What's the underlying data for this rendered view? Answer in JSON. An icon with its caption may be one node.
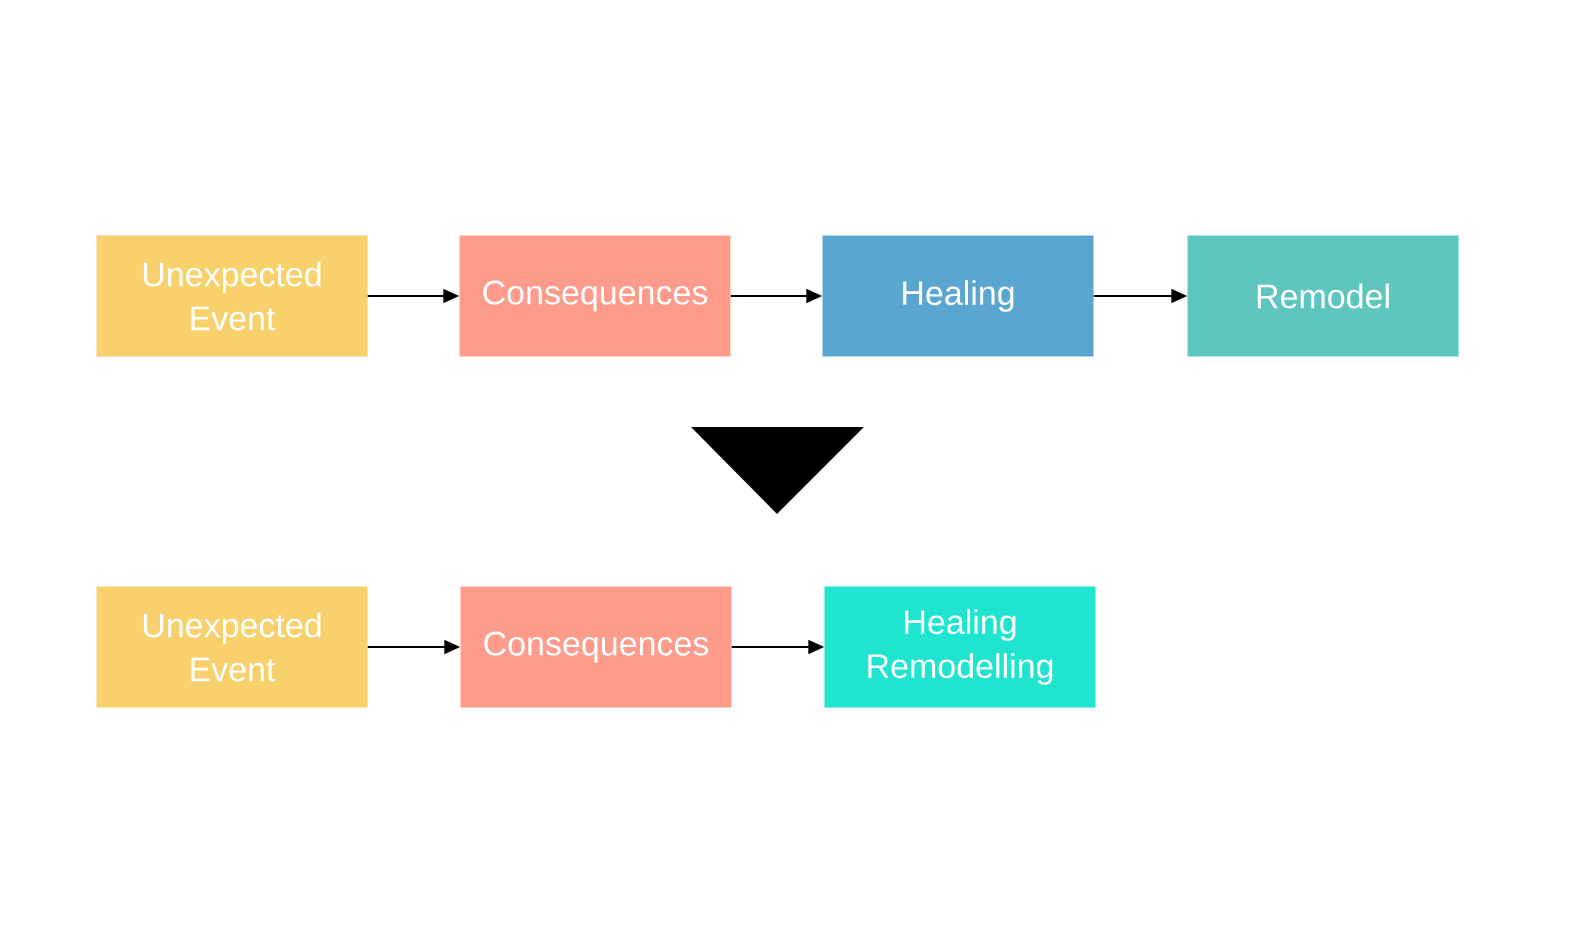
{
  "diagram": {
    "nodes": [
      {
        "text": [
          "Unexpected Event"
        ]
      },
      {
        "text": [
          "Consequences"
        ]
      },
      {
        "text": [
          "Healing"
        ]
      },
      {
        "text": [
          "Remodel"
        ]
      },
      {
        "text": [
          "Unexpected Event"
        ]
      },
      {
        "text": [
          "Consequences"
        ]
      },
      {
        "text": [
          "Healing Remodelling"
        ]
      }
    ],
    "edges": [
      {
        "from": 0,
        "to": 1,
        "arrow": "to"
      },
      {
        "from": 1,
        "to": 2,
        "arrow": "to"
      },
      {
        "from": 2,
        "to": 3,
        "arrow": "to"
      },
      {
        "from": 4,
        "to": 5,
        "arrow": "to"
      },
      {
        "from": 5,
        "to": 6,
        "arrow": "to"
      }
    ]
  }
}
